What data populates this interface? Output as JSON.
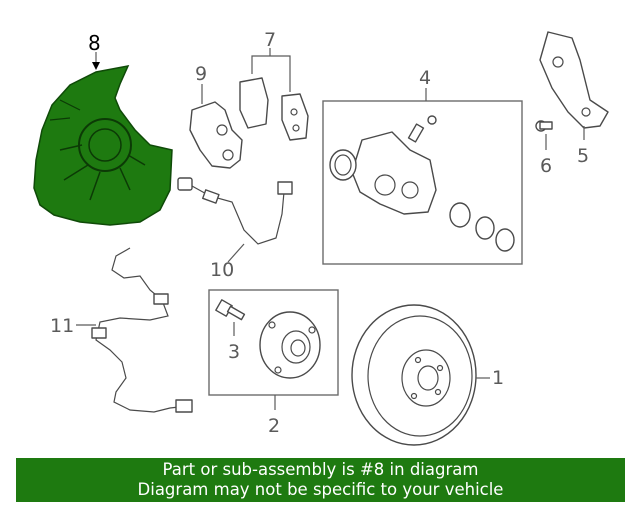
{
  "callouts": {
    "c1": "1",
    "c2": "2",
    "c3": "3",
    "c4": "4",
    "c5": "5",
    "c6": "6",
    "c7": "7",
    "c8": "8",
    "c9": "9",
    "c10": "10",
    "c11": "11"
  },
  "banner": {
    "line1": "Part or sub-assembly is #8 in diagram",
    "line2": "Diagram may not be specific to your vehicle"
  },
  "colors": {
    "highlight": "#1e7a10",
    "banner_bg": "#1e7a10",
    "banner_text": "#ffffff"
  }
}
